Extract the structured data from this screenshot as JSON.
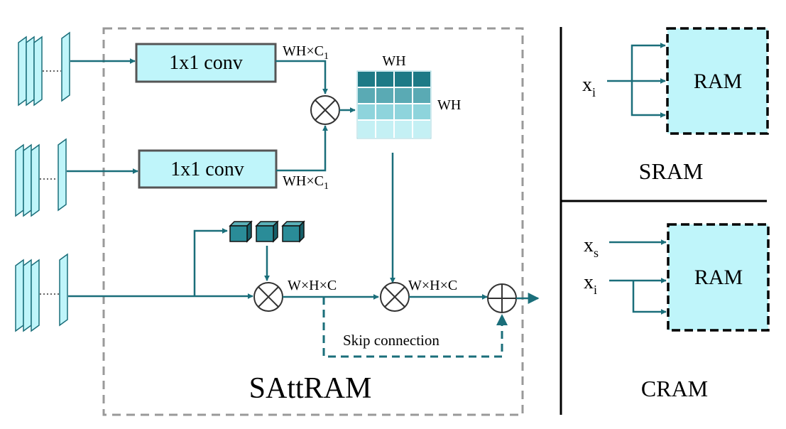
{
  "sattram": {
    "conv_top": "1x1 conv",
    "conv_bottom": "1x1 conv",
    "top_dim_prefix": "WH×C",
    "top_dim_sub": "1",
    "bottom_dim_prefix": "WH×C",
    "bottom_dim_sub": "1",
    "matrix_top_label": "WH",
    "matrix_side_label": "WH",
    "mult_left_out": "W×H×C",
    "mult_right_out": "W×H×C",
    "skip_label": "Skip connection",
    "title": "SAttRAM"
  },
  "sram": {
    "input_main": "x",
    "input_sub": "i",
    "block_label": "RAM",
    "title": "SRAM"
  },
  "cram": {
    "input_s_main": "x",
    "input_s_sub": "s",
    "input_i_main": "x",
    "input_i_sub": "i",
    "block_label": "RAM",
    "title": "CRAM"
  },
  "colors": {
    "teal": "#1a6e7a",
    "block_fill": "#bff5fa",
    "dashed_gray": "#999999"
  }
}
